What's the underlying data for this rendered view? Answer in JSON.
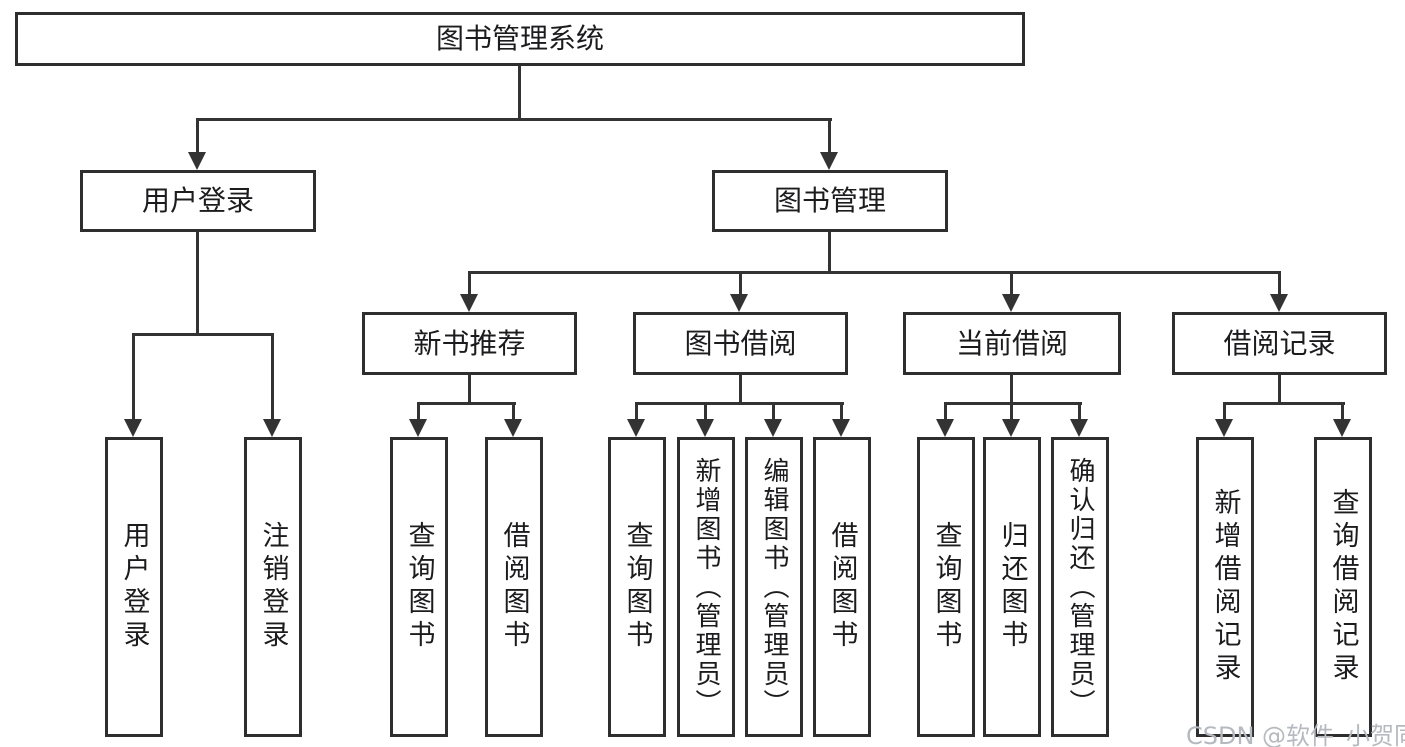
{
  "colors": {
    "line": "#333333",
    "border": "#2e2e2e",
    "text": "#1c1c1e",
    "watermark": "#b5bac0"
  },
  "diagram": {
    "root": "图书管理系统",
    "level2": [
      "用户登录",
      "图书管理"
    ],
    "level3": [
      "新书推荐",
      "图书借阅",
      "当前借阅",
      "借阅记录"
    ],
    "leaves": [
      [
        "用户登录",
        "注销登录"
      ],
      [
        "查询图书",
        "借阅图书"
      ],
      [
        "查询图书",
        "新增图书（管理员）",
        "编辑图书（管理员）",
        "借阅图书"
      ],
      [
        "查询图书",
        "归还图书",
        "确认归还（管理员）"
      ],
      [
        "新增借阅记录",
        "查询借阅记录"
      ]
    ]
  },
  "watermark": {
    "text": "CSDN @软件_小贺同学"
  }
}
